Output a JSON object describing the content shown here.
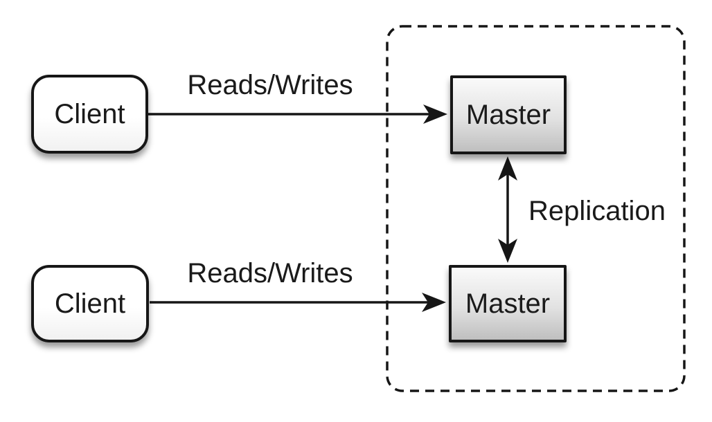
{
  "colors": {
    "background": "#ffffff",
    "stroke": "#161616",
    "text": "#1a1a1a",
    "client_fill_top": "#ffffff",
    "client_fill_bottom": "#f1f1f1",
    "master_fill_top": "#fafafa",
    "master_fill_bottom": "#bfbfbf"
  },
  "nodes": {
    "client_top": {
      "label": "Client"
    },
    "client_bottom": {
      "label": "Client"
    },
    "master_top": {
      "label": "Master"
    },
    "master_bottom": {
      "label": "Master"
    }
  },
  "edges": {
    "reads_writes_top": {
      "label": "Reads/Writes"
    },
    "reads_writes_bottom": {
      "label": "Reads/Writes"
    },
    "replication": {
      "label": "Replication"
    }
  }
}
